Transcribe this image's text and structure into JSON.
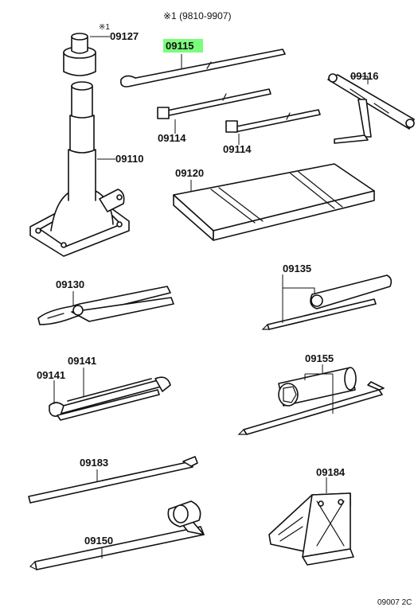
{
  "header": {
    "note": "※1 (9810-9907)"
  },
  "footer": {
    "code": "09007 2C"
  },
  "parts": {
    "p09127": {
      "number": "09127",
      "mark": "※1"
    },
    "p09115": {
      "number": "09115",
      "highlighted": true,
      "highlight_color": "#7CFC7C"
    },
    "p09116": {
      "number": "09116"
    },
    "p09114a": {
      "number": "09114"
    },
    "p09114b": {
      "number": "09114"
    },
    "p09110": {
      "number": "09110"
    },
    "p09120": {
      "number": "09120"
    },
    "p09130": {
      "number": "09130"
    },
    "p09135": {
      "number": "09135"
    },
    "p09141a": {
      "number": "09141"
    },
    "p09141b": {
      "number": "09141"
    },
    "p09155": {
      "number": "09155"
    },
    "p09183": {
      "number": "09183"
    },
    "p09184": {
      "number": "09184"
    },
    "p09150": {
      "number": "09150"
    }
  }
}
